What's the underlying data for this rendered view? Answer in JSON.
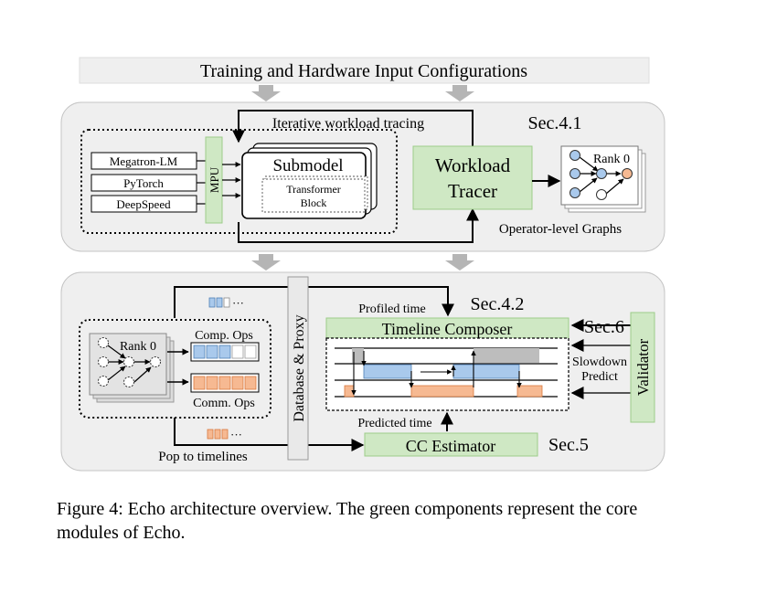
{
  "top_banner": "Training and Hardware Input Configurations",
  "iterative_label": "Iterative workload tracing",
  "sec41": "Sec.4.1",
  "frameworks": [
    "Megatron-LM",
    "PyTorch",
    "DeepSpeed"
  ],
  "mpu": "MPU",
  "submodel": "Submodel",
  "transformer_block": [
    "Transformer",
    "Block"
  ],
  "workload_tracer": [
    "Workload",
    "Tracer"
  ],
  "rank0": "Rank 0",
  "operator_graphs": "Operator-level Graphs",
  "database_proxy": "Database & Proxy",
  "ellipsis": "···",
  "comp_ops": "Comp. Ops",
  "comm_ops": "Comm. Ops",
  "pop_to_timelines": "Pop to timelines",
  "profiled_time": "Profiled time",
  "sec42": "Sec.4.2",
  "timeline_composer": "Timeline Composer",
  "sec6": "Sec.6",
  "slowdown_predict": [
    "Slowdown",
    "Predict"
  ],
  "validator": "Validator",
  "predicted_time": "Predicted time",
  "cc_estimator": "CC Estimator",
  "sec5": "Sec.5",
  "caption": "Figure 4: Echo architecture overview. The green components represent the core modules of Echo.",
  "colors": {
    "green": "#cfe8c4",
    "green_stroke": "#9ccc8a",
    "panel": "#efefef",
    "panel_stroke": "#c4c4c4",
    "blue": "#a9c9ec",
    "blue_stroke": "#4d7fb5",
    "orange": "#f6b992",
    "orange_stroke": "#d9783d",
    "gray": "#bdbdbd"
  }
}
